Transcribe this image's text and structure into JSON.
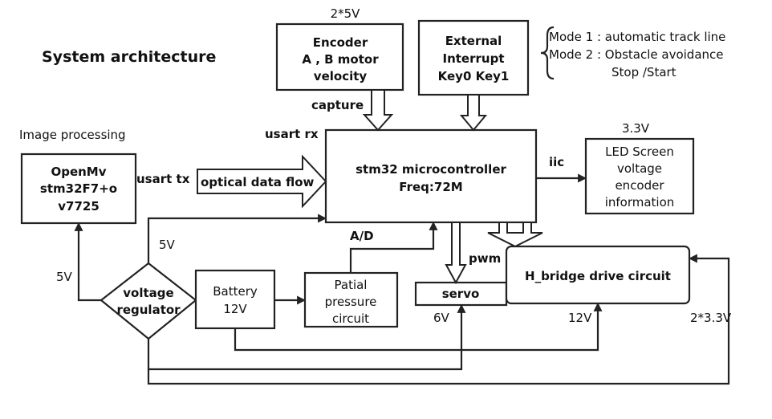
{
  "title": "System architecture",
  "nodes": {
    "encoder": {
      "lines": [
        "Encoder",
        "A , B motor",
        "velocity"
      ],
      "label_above": "2*5V"
    },
    "external_interrupt": {
      "lines": [
        "External",
        "Interrupt",
        "Key0 Key1"
      ]
    },
    "modes": {
      "lines": [
        "Mode 1 : automatic track line",
        "Mode 2 : Obstacle avoidance",
        "Stop /Start"
      ]
    },
    "openmv": {
      "lines": [
        "OpenMv",
        "stm32F7+o",
        "v7725"
      ],
      "label_above": "Image processing"
    },
    "mcu": {
      "lines": [
        "stm32 microcontroller",
        "Freq:72M"
      ]
    },
    "led_screen": {
      "lines": [
        "LED Screen",
        "voltage",
        "encoder",
        "information"
      ],
      "label_above": "3.3V"
    },
    "voltage_regulator": {
      "lines": [
        "voltage",
        "regulator"
      ]
    },
    "battery": {
      "lines": [
        "Battery",
        "12V"
      ]
    },
    "pressure": {
      "lines": [
        "Patial",
        "pressure",
        "circuit"
      ]
    },
    "servo": {
      "lines": [
        "servo"
      ]
    },
    "hbridge": {
      "lines": [
        "H_bridge drive circuit"
      ]
    }
  },
  "edge_labels": {
    "capture": "capture",
    "usart_rx": "usart rx",
    "usart_tx": "usart tx",
    "optical": "optical data flow",
    "iic": "iic",
    "ad": "A/D",
    "pwm": "pwm",
    "v5_top": "5V",
    "v5_left": "5V",
    "v6": "6V",
    "v12": "12V",
    "v2x33": "2*3.3V"
  },
  "colors": {
    "stroke": "#222222",
    "background": "#ffffff",
    "text": "#111111"
  }
}
